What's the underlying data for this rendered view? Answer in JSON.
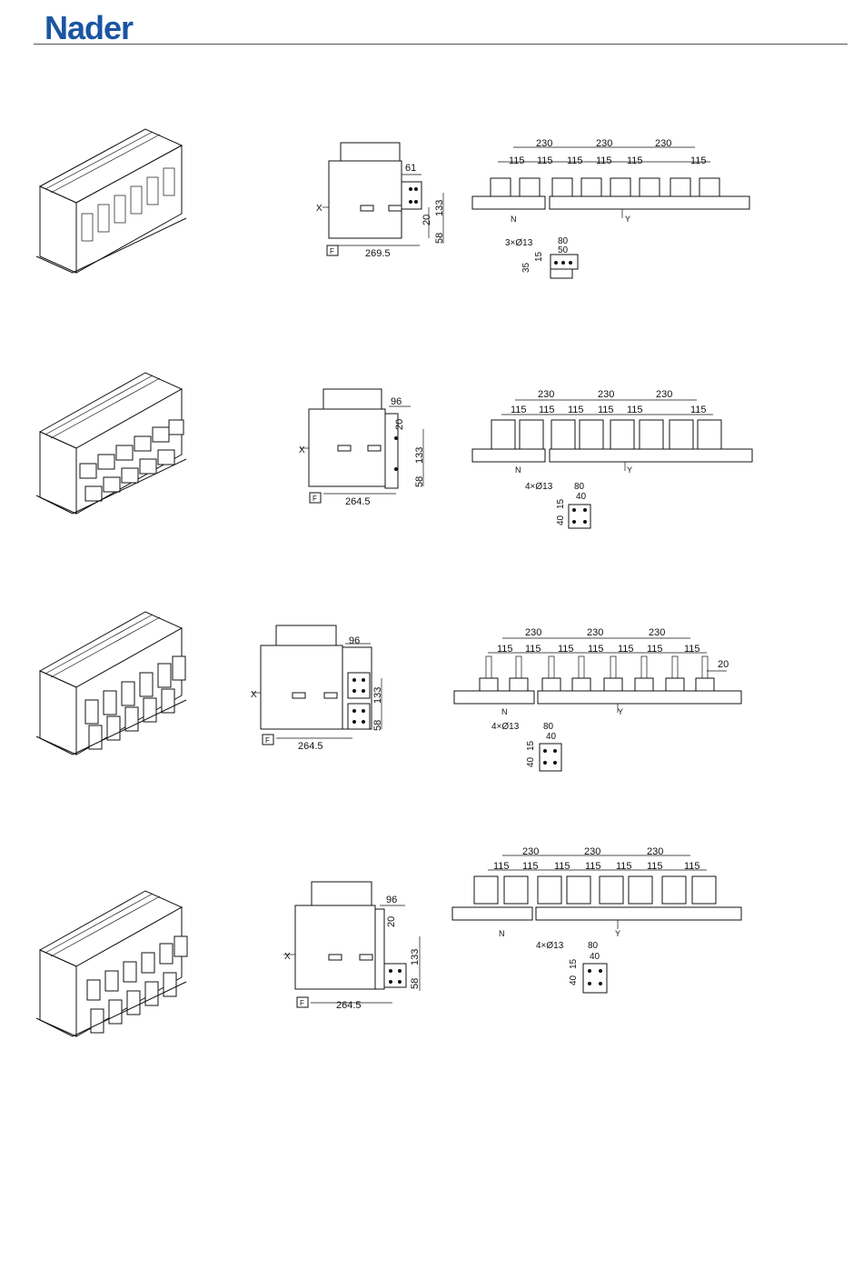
{
  "header": {
    "logo": "Nader",
    "brand_color": "#1b55a3"
  },
  "rows": [
    {
      "side": {
        "top": "61",
        "h1": "20",
        "h2": "133",
        "h3": "58",
        "base": "269.5",
        "x": "X",
        "f": "F"
      },
      "top": {
        "d230": [
          "230",
          "230",
          "230"
        ],
        "d115": [
          "115",
          "115",
          "115",
          "115",
          "115",
          "115"
        ],
        "n": "N",
        "y": "Y"
      },
      "detail": {
        "holes": "3×Ø13",
        "w1": "80",
        "w2": "50",
        "h1": "15",
        "h2": "35"
      }
    },
    {
      "side": {
        "top": "96",
        "h1": "20",
        "h2": "133",
        "h3": "58",
        "base": "264.5",
        "x": "X",
        "f": "F"
      },
      "top": {
        "d230": [
          "230",
          "230",
          "230"
        ],
        "d115": [
          "115",
          "115",
          "115",
          "115",
          "115",
          "115"
        ],
        "n": "N",
        "y": "Y"
      },
      "detail": {
        "holes": "4×Ø13",
        "w1": "80",
        "w2": "40",
        "h1": "40",
        "h2": "15"
      }
    },
    {
      "side": {
        "top": "96",
        "h2": "133",
        "h3": "58",
        "base": "264.5",
        "x": "X",
        "f": "F"
      },
      "top": {
        "d230": [
          "230",
          "230",
          "230"
        ],
        "d115": [
          "115",
          "115",
          "115",
          "115",
          "115",
          "115",
          "115"
        ],
        "n": "N",
        "y": "Y",
        "extra": "20"
      },
      "detail": {
        "holes": "4×Ø13",
        "w1": "80",
        "w2": "40",
        "h1": "40",
        "h2": "15"
      }
    },
    {
      "side": {
        "top": "96",
        "h1": "20",
        "h2": "133",
        "h3": "58",
        "base": "264.5",
        "x": "X",
        "f": "F"
      },
      "top": {
        "d230": [
          "230",
          "230",
          "230"
        ],
        "d115": [
          "115",
          "115",
          "115",
          "115",
          "115",
          "115",
          "115"
        ],
        "n": "N",
        "y": "Y"
      },
      "detail": {
        "holes": "4×Ø13",
        "w1": "80",
        "w2": "40",
        "h1": "40",
        "h2": "15"
      }
    }
  ]
}
